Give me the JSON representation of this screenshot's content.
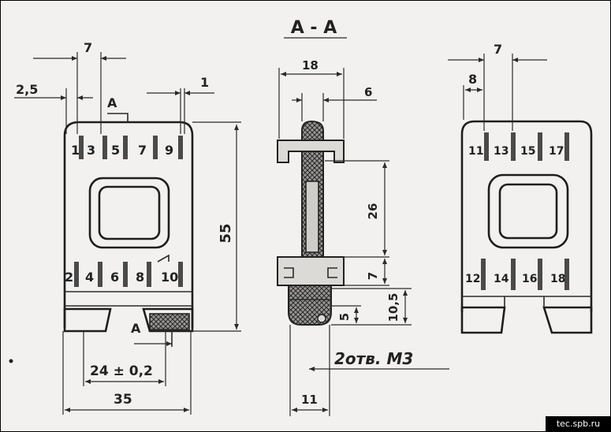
{
  "section_title": "A - A",
  "section_mark": "A",
  "left_view": {
    "dimensions": {
      "pin_pitch": "7",
      "edge_offset": "2,5",
      "pin_width": "1",
      "height": "55",
      "mount_spacing": "24 ± 0,2",
      "width": "35"
    },
    "top_pins": [
      "1",
      "3",
      "5",
      "7",
      "9"
    ],
    "bottom_pins": [
      "2",
      "4",
      "6",
      "8",
      "10"
    ]
  },
  "section_view": {
    "dimensions": {
      "flange_width": "18",
      "wall": "6",
      "window_height": "26",
      "lower_flange": "7",
      "base_height": "10,5",
      "base_lower": "5",
      "base_width": "11"
    },
    "thread_note": "2отв.  М3"
  },
  "right_view": {
    "dimensions": {
      "pin_pitch": "7",
      "edge_offset": "8"
    },
    "top_pins": [
      "11",
      "13",
      "15",
      "17"
    ],
    "bottom_pins": [
      "12",
      "14",
      "16",
      "18"
    ]
  },
  "watermark": "tec.spb.ru"
}
